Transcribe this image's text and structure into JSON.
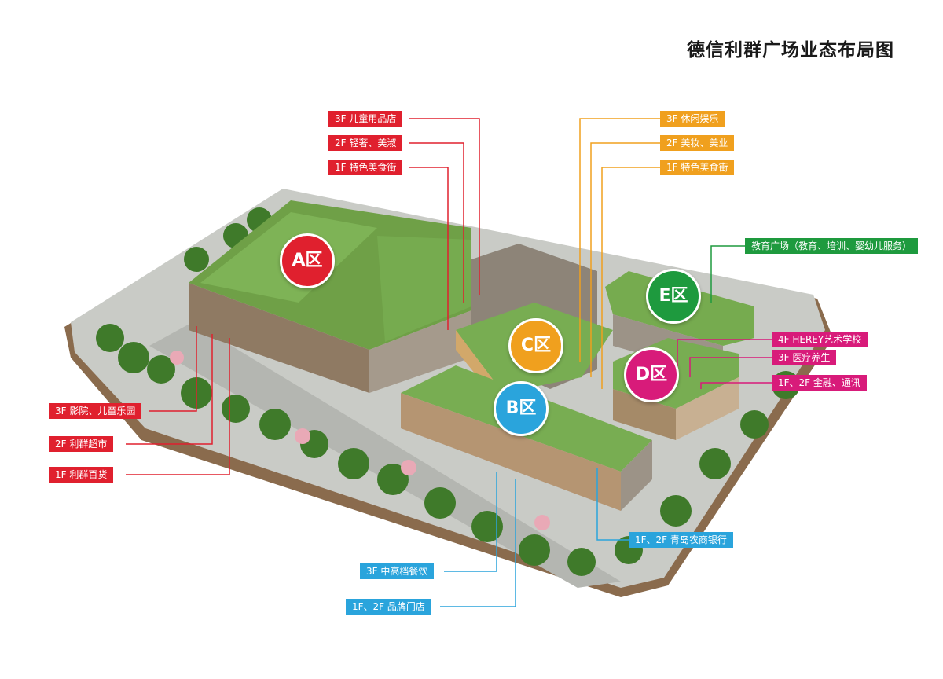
{
  "title": "德信利群广场业态布局图",
  "zones": {
    "a": {
      "name": "A区",
      "color": "#e0202e"
    },
    "b": {
      "name": "B区",
      "color": "#2aa4dc"
    },
    "c": {
      "name": "C区",
      "color": "#f0a01e"
    },
    "d": {
      "name": "D区",
      "color": "#d81b7a"
    },
    "e": {
      "name": "E区",
      "color": "#1e9a3e"
    }
  },
  "labels": {
    "a_3f_kids": "3F 儿童用品店",
    "a_2f_luxury": "2F 轻奢、美淑",
    "a_1f_food": "1F 特色美食街",
    "a_3f_cinema": "3F 影院、儿童乐园",
    "a_2f_super": "2F 利群超市",
    "a_1f_dept": "1F 利群百货",
    "c_3f_leisure": "3F 休闲娱乐",
    "c_2f_beauty": "2F 美妆、美业",
    "c_1f_food": "1F 特色美食街",
    "e_edu": "教育广场（教育、培训、婴幼儿服务）",
    "d_4f_art": "4F HEREY艺术学校",
    "d_3f_med": "3F 医疗养生",
    "d_12f_fin": "1F、2F 金融、通讯",
    "b_12f_bank": "1F、2F 青岛农商银行",
    "b_3f_dining": "3F 中高档餐饮",
    "b_12f_brand": "1F、2F 品牌门店"
  }
}
